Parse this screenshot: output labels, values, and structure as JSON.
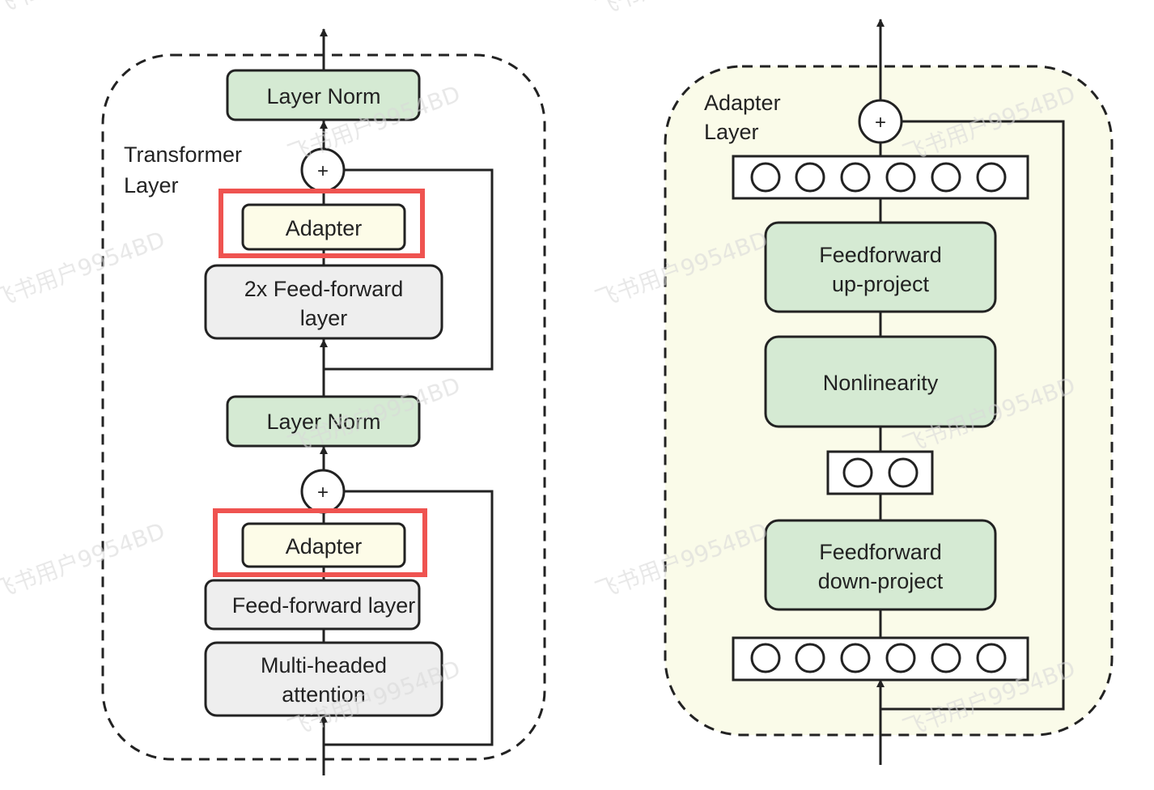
{
  "transformer": {
    "title_line1": "Transformer",
    "title_line2": "Layer",
    "layer_norm_top": "Layer Norm",
    "adapter_top": "Adapter",
    "ffn2x_line1": "2x Feed-forward",
    "ffn2x_line2": "layer",
    "layer_norm_mid": "Layer Norm",
    "adapter_bottom": "Adapter",
    "ffn": "Feed-forward layer",
    "mha_line1": "Multi-headed",
    "mha_line2": "attention",
    "plus": "+"
  },
  "adapter_layer": {
    "title_line1": "Adapter",
    "title_line2": "Layer",
    "up_line1": "Feedforward",
    "up_line2": "up-project",
    "nonlinearity": "Nonlinearity",
    "down_line1": "Feedforward",
    "down_line2": "down-project",
    "plus": "+"
  },
  "watermark": "飞书用户9954BD",
  "colors": {
    "green_fill": "#d5ead3",
    "grey_fill": "#eeeeee",
    "adapter_fill": "#fdfce8",
    "adapter_panel_fill": "#fafbe9",
    "highlight_red": "#ef5350",
    "line": "#222222"
  }
}
